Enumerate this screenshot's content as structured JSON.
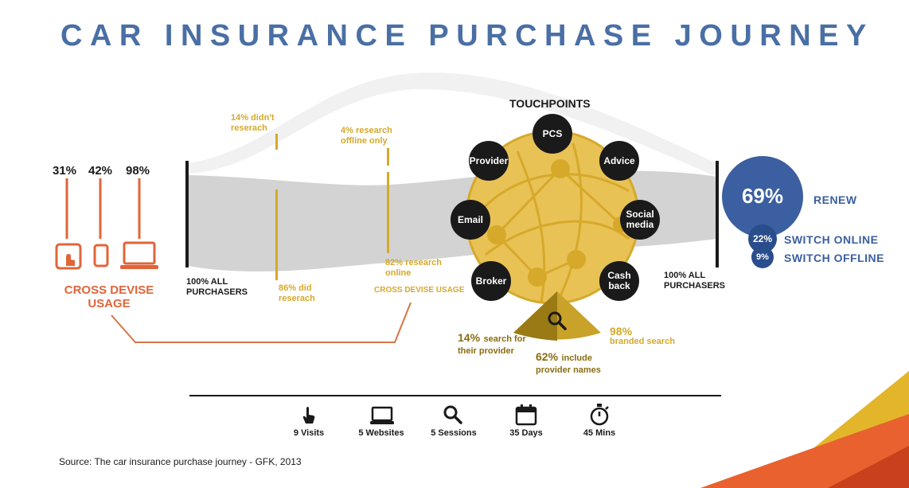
{
  "title": "CAR INSURANCE PURCHASE JOURNEY",
  "cross_device": {
    "percents": [
      "31%",
      "42%",
      "98%"
    ],
    "label": "CROSS DEVISE USAGE",
    "icons": [
      "tablet-icon",
      "phone-icon",
      "laptop-icon"
    ]
  },
  "flow": {
    "start_label": "100% ALL PURCHASERS",
    "didnt_research": "14% didn't reserach",
    "did_research": "86% did reserach",
    "offline_only": "4% research offline only",
    "online": "82% research online",
    "cross_device_usage": "CROSS DEVISE USAGE",
    "end_label": "100% ALL PURCHASERS"
  },
  "touchpoints": {
    "heading": "TOUCHPOINTS",
    "items": [
      "PCS",
      "Provider",
      "Advice",
      "Email",
      "Social media",
      "Broker",
      "Cash back"
    ]
  },
  "search": {
    "provider_pct": "14%",
    "provider_text": "search for their provider",
    "names_pct": "62%",
    "names_text": "include provider names",
    "branded_pct": "98%",
    "branded_text": "branded search"
  },
  "outcomes": {
    "renew_pct": "69%",
    "renew_label": "RENEW",
    "online_pct": "22%",
    "online_label": "SWITCH ONLINE",
    "offline_pct": "9%",
    "offline_label": "SWITCH OFFLINE"
  },
  "stats": [
    {
      "icon": "pointer-icon",
      "label": "9 Visits"
    },
    {
      "icon": "laptop-icon",
      "label": "5 Websites"
    },
    {
      "icon": "search-icon",
      "label": "5 Sessions"
    },
    {
      "icon": "calendar-icon",
      "label": "35 Days"
    },
    {
      "icon": "stopwatch-icon",
      "label": "45 Mins"
    }
  ],
  "source": "Source: The car insurance purchase journey - GFK, 2013",
  "colors": {
    "title_blue": "#4a6fa5",
    "orange": "#e0653a",
    "gold": "#d6a92a",
    "navy": "#2d4f8f",
    "dark": "#1a1a1a"
  }
}
